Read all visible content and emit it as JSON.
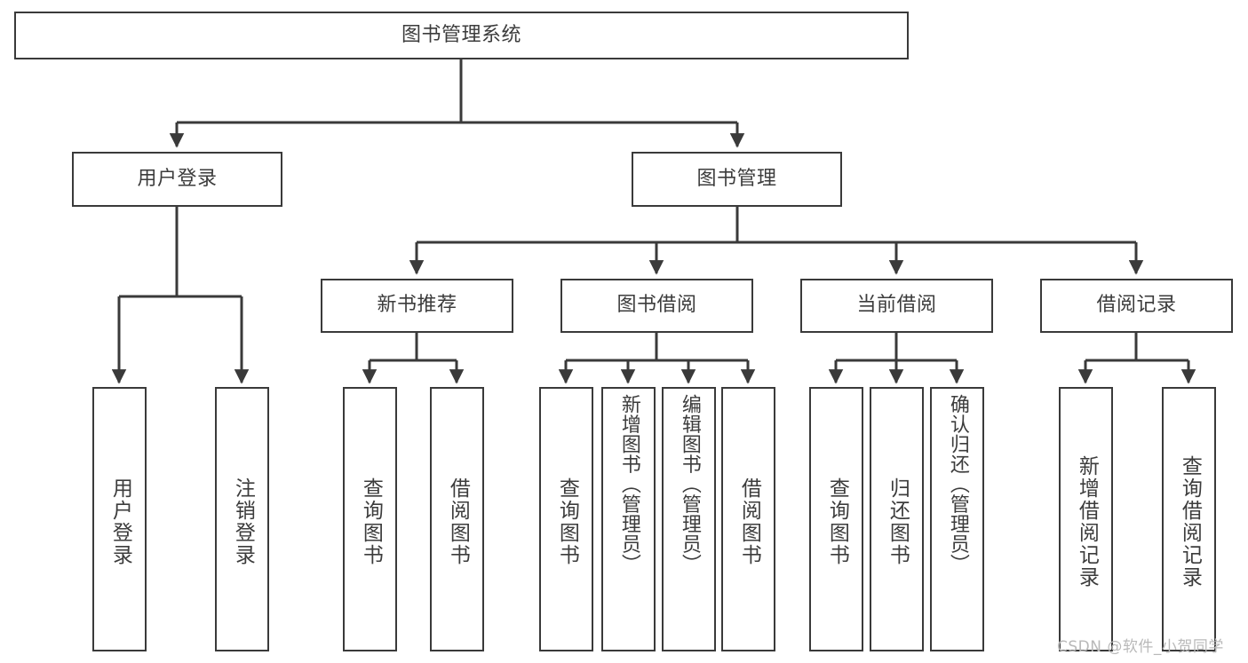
{
  "diagram": {
    "title_node": {
      "label": "图书管理系统"
    },
    "level2": [
      {
        "key": "user_login",
        "label": "用户登录"
      },
      {
        "key": "book_manage",
        "label": "图书管理"
      }
    ],
    "level3": [
      {
        "key": "new_book_rec",
        "label": "新书推荐"
      },
      {
        "key": "book_borrow",
        "label": "图书借阅"
      },
      {
        "key": "current_borrow",
        "label": "当前借阅"
      },
      {
        "key": "borrow_record",
        "label": "借阅记录"
      }
    ],
    "leaves": {
      "user_login": [
        {
          "key": "leaf-user-login",
          "label": "用户登录"
        },
        {
          "key": "leaf-logout-login",
          "label": "注销登录"
        }
      ],
      "new_book_rec": [
        {
          "key": "leaf-query-book-1",
          "label": "查询图书"
        },
        {
          "key": "leaf-borrow-book-1",
          "label": "借阅图书"
        }
      ],
      "book_borrow": [
        {
          "key": "leaf-query-book-2",
          "label": "查询图书"
        },
        {
          "key": "leaf-add-book-admin",
          "label": "新增图书（管理员）"
        },
        {
          "key": "leaf-edit-book-admin",
          "label": "编辑图书（管理员）"
        },
        {
          "key": "leaf-borrow-book-2",
          "label": "借阅图书"
        }
      ],
      "current_borrow": [
        {
          "key": "leaf-query-book-3",
          "label": "查询图书"
        },
        {
          "key": "leaf-return-book",
          "label": "归还图书"
        },
        {
          "key": "leaf-confirm-return-admin",
          "label": "确认归还（管理员）"
        }
      ],
      "borrow_record": [
        {
          "key": "leaf-add-borrow-record",
          "label": "新增借阅记录"
        },
        {
          "key": "leaf-query-borrow-record",
          "label": "查询借阅记录"
        }
      ]
    }
  },
  "watermark": {
    "text": "CSDN @软件_小贺同学"
  },
  "colors": {
    "stroke": "#3a3a3a",
    "text": "#3c3c3c",
    "background": "#ffffff",
    "watermark": "#b9b9b9"
  }
}
